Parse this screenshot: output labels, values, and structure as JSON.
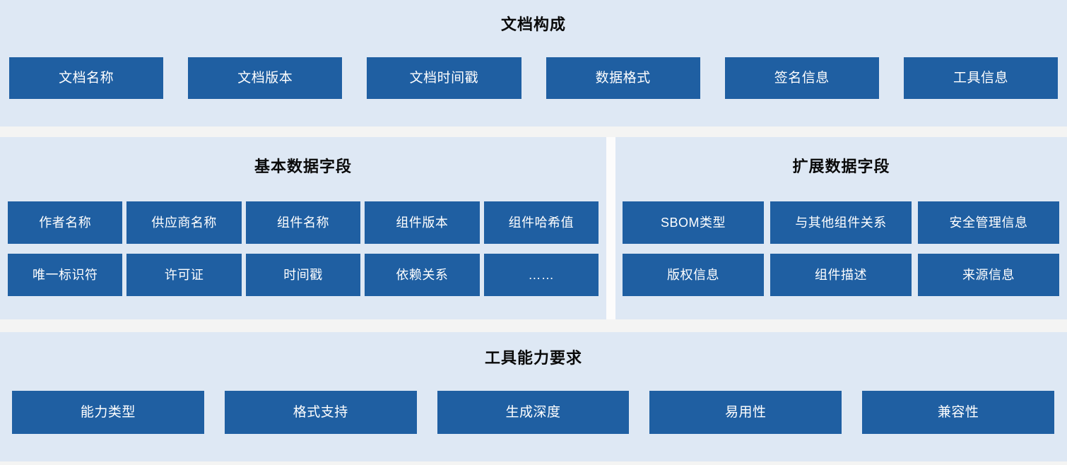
{
  "theme": {
    "panel_bg": "#dee8f4",
    "box_fill": "#1f5fa2",
    "box_text": "#ffffff",
    "title_text": "#0a0a0a",
    "gap_bg": "#f4f4f3"
  },
  "sections": {
    "document": {
      "title": "文档构成",
      "items": [
        "文档名称",
        "文档版本",
        "文档时间戳",
        "数据格式",
        "签名信息",
        "工具信息"
      ]
    },
    "basic_fields": {
      "title": "基本数据字段",
      "row1": [
        "作者名称",
        "供应商名称",
        "组件名称",
        "组件版本",
        "组件哈希值"
      ],
      "row2": [
        "唯一标识符",
        "许可证",
        "时间戳",
        "依赖关系",
        "……"
      ]
    },
    "extended_fields": {
      "title": "扩展数据字段",
      "row1": [
        "SBOM类型",
        "与其他组件关系",
        "安全管理信息"
      ],
      "row2": [
        "版权信息",
        "组件描述",
        "来源信息"
      ]
    },
    "tool_capability": {
      "title": "工具能力要求",
      "items": [
        "能力类型",
        "格式支持",
        "生成深度",
        "易用性",
        "兼容性"
      ]
    }
  }
}
